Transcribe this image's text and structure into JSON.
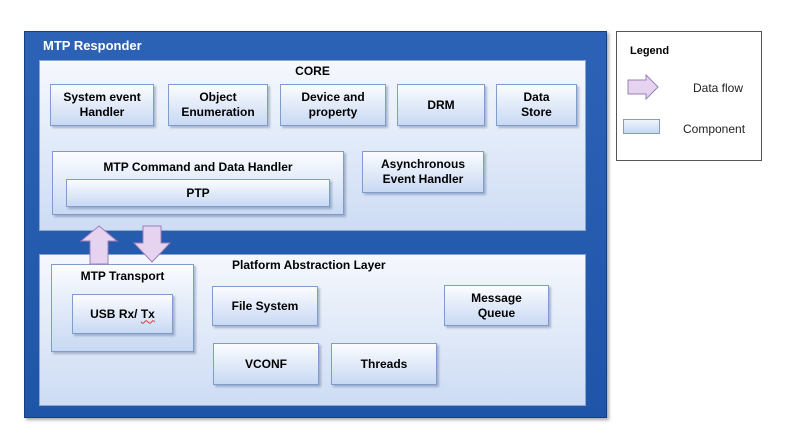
{
  "diagram": {
    "title": "MTP Responder",
    "core": {
      "title": "CORE",
      "components": [
        "System event\nHandler",
        "Object\nEnumeration",
        "Device and\nproperty",
        "DRM",
        "Data\nStore"
      ],
      "command_handler": {
        "title": "MTP Command and Data Handler",
        "ptp": "PTP"
      },
      "async_handler": "Asynchronous\nEvent Handler"
    },
    "pal": {
      "title": "Platform Abstraction Layer",
      "transport": {
        "title": "MTP Transport",
        "usb_prefix": "USB ",
        "usb_rx": "Rx/",
        "usb_space": " ",
        "usb_tx": "Tx"
      },
      "file_system": "File System",
      "message_queue": "Message\nQueue",
      "vconf": "VCONF",
      "threads": "Threads"
    }
  },
  "legend": {
    "title": "Legend",
    "data_flow": "Data flow",
    "component": "Component"
  },
  "colors": {
    "outer_box": "#2d63b6",
    "component_fill": "#c8d9f3",
    "arrow_fill": "#e6d3f0",
    "arrow_stroke": "#9a7fb8"
  }
}
